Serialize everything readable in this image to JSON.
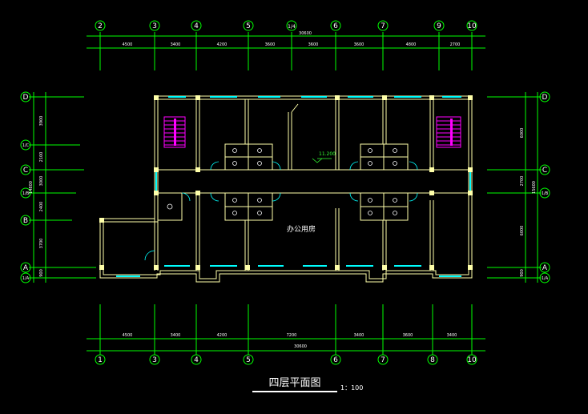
{
  "title": "四层平面图",
  "scale": "1：100",
  "room_label": "办公用房",
  "elevation": "11.200",
  "colors": {
    "background": "#000000",
    "grid": "#00ff00",
    "wall": "#ffffaa",
    "window": "#00ffff",
    "stair": "#ff00ff",
    "text": "#ffffff"
  },
  "top_axes": [
    "2",
    "3",
    "4",
    "5",
    "1/4",
    "6",
    "7",
    "9",
    "10"
  ],
  "top_dims": [
    "4500",
    "3400",
    "4200",
    "3600",
    "3600",
    "3600",
    "4800",
    "2700"
  ],
  "top_total": "30600",
  "bottom_axes": [
    "1",
    "3",
    "4",
    "5",
    "6",
    "7",
    "8",
    "10"
  ],
  "bottom_dims": [
    "4500",
    "3400",
    "4200",
    "7200",
    "3400",
    "3600",
    "3400"
  ],
  "bottom_total": "30600",
  "left_axes": [
    "D",
    "1/C",
    "C",
    "1/B",
    "B",
    "A",
    "1/A"
  ],
  "left_dims": [
    "3900",
    "2100",
    "3000",
    "2400",
    "3700",
    "900"
  ],
  "left_total": "14800",
  "right_axes": [
    "D",
    "C",
    "1/B",
    "A",
    "1/A"
  ],
  "right_dims": [
    "6000",
    "2700",
    "6000",
    "900"
  ],
  "right_total": "15600"
}
